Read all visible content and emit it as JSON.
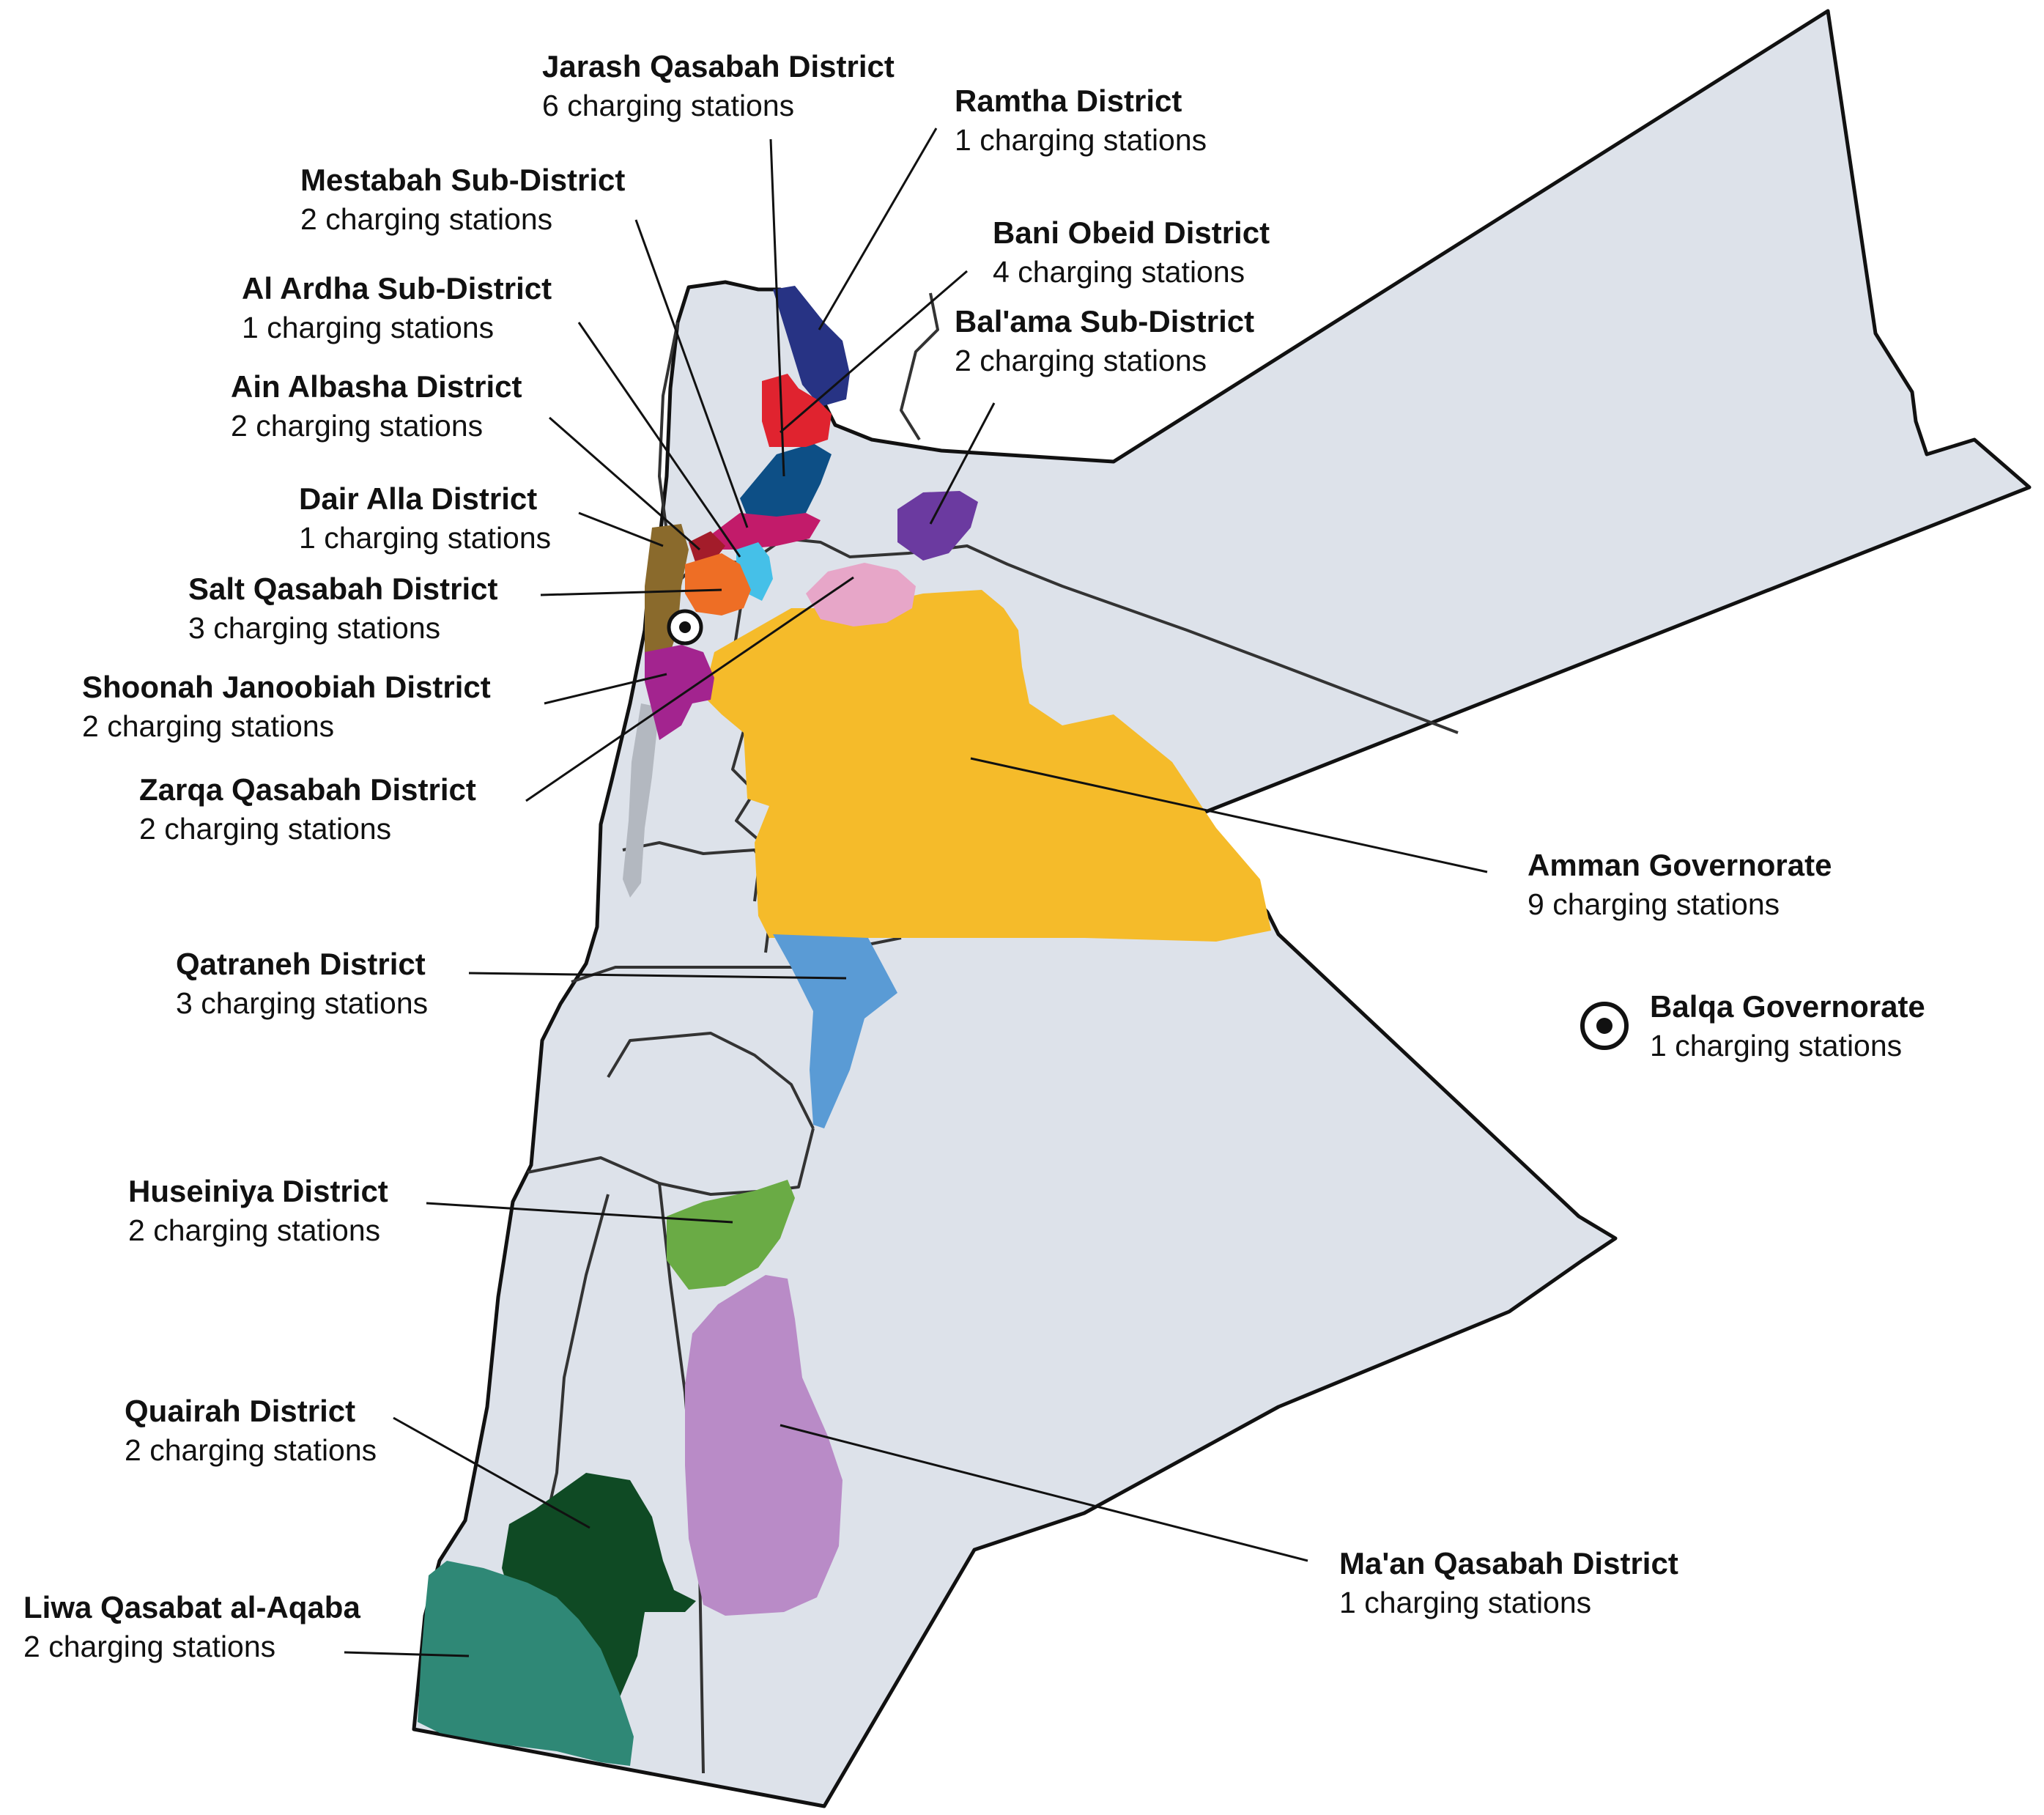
{
  "colors": {
    "land": "#dde2ea",
    "amman": "#f5bb2a",
    "jarash": "#0d4f86",
    "ramtha": "#273384",
    "bani_obeid": "#e0232f",
    "balama": "#6b3aa0",
    "mestabah": "#c21b6a",
    "al_ardha": "#45c0e8",
    "ain_albasha": "#a31c2a",
    "dair_alla": "#8a6a2c",
    "salt": "#ee6e25",
    "shoonah": "#a3248f",
    "zarqa": "#e7a6c8",
    "qatraneh": "#5a9bd5",
    "huseiniya": "#6aab45",
    "maan": "#b98bc7",
    "quairah": "#0f4a24",
    "aqaba": "#2f8876",
    "grey_strip": "#b3b8c0"
  },
  "icons": {
    "balqa_marker": "target-circle-icon"
  },
  "labels": {
    "jarash": {
      "name": "Jarash Qasabah District",
      "count": "6 charging stations"
    },
    "ramtha": {
      "name": "Ramtha District",
      "count": "1 charging stations"
    },
    "mestabah": {
      "name": "Mestabah Sub-District",
      "count": "2 charging stations"
    },
    "bani_obeid": {
      "name": "Bani Obeid District",
      "count": "4 charging stations"
    },
    "al_ardha": {
      "name": "Al Ardha Sub-District",
      "count": "1 charging stations"
    },
    "balama": {
      "name": "Bal'ama Sub-District",
      "count": "2 charging stations"
    },
    "ain_albasha": {
      "name": "Ain Albasha District",
      "count": "2 charging stations"
    },
    "dair_alla": {
      "name": "Dair Alla District",
      "count": "1 charging stations"
    },
    "salt": {
      "name": "Salt Qasabah District",
      "count": "3 charging stations"
    },
    "shoonah": {
      "name": "Shoonah Janoobiah District",
      "count": "2 charging stations"
    },
    "zarqa": {
      "name": "Zarqa Qasabah District",
      "count": "2 charging stations"
    },
    "amman": {
      "name": "Amman Governorate",
      "count": "9 charging stations"
    },
    "qatraneh": {
      "name": "Qatraneh District",
      "count": "3 charging stations"
    },
    "balqa": {
      "name": "Balqa Governorate",
      "count": "1 charging stations"
    },
    "huseiniya": {
      "name": "Huseiniya District",
      "count": "2 charging stations"
    },
    "quairah": {
      "name": "Quairah District",
      "count": "2 charging stations"
    },
    "maan": {
      "name": "Ma'an Qasabah District",
      "count": "1 charging stations"
    },
    "aqaba": {
      "name": "Liwa Qasabat al-Aqaba",
      "count": "2 charging stations"
    }
  }
}
